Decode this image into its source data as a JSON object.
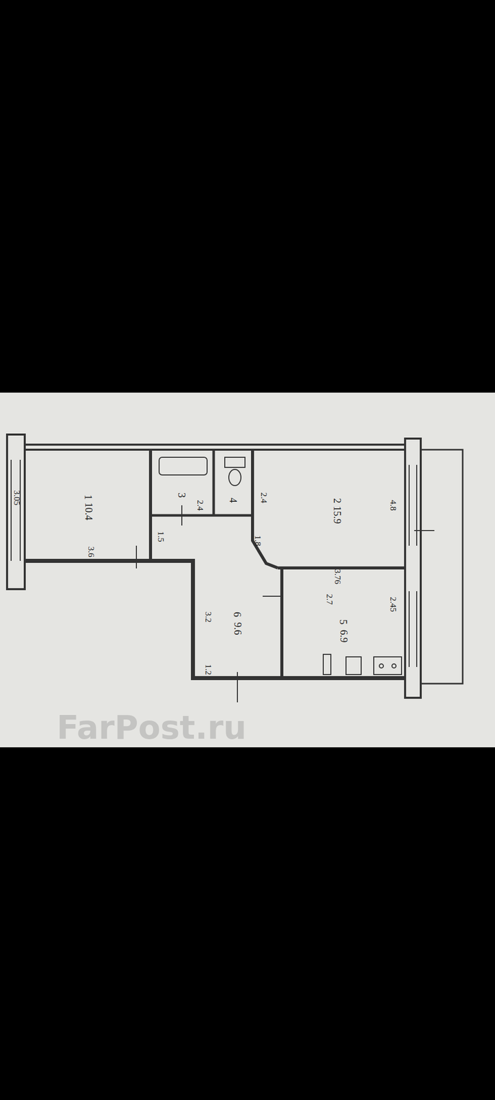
{
  "diagram": {
    "nodes": [
      {
        "text": [
          "1",
          "10.4"
        ]
      },
      {
        "text": [
          "3"
        ]
      },
      {
        "text": [
          "4"
        ]
      },
      {
        "text": [
          "2",
          "15.9"
        ]
      },
      {
        "text": [
          "6",
          "9.6"
        ]
      },
      {
        "text": [
          "5",
          "6.9"
        ]
      }
    ],
    "labels": [
      "3.05",
      "3.6",
      "1.5",
      "2.4",
      "2.4",
      "1.8",
      "3.2",
      "1.2",
      "3.76",
      "2.7",
      "2.45",
      "4.8",
      "FarPost.ru"
    ]
  }
}
